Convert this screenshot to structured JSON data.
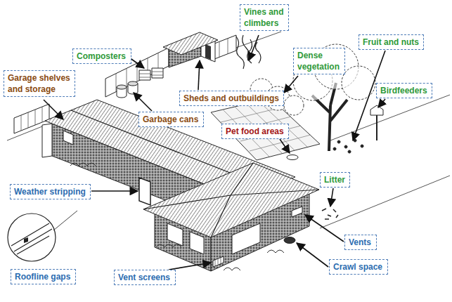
{
  "diagram": {
    "nodes": [
      {
        "text": [
          "Vines and climbers"
        ]
      },
      {
        "text": [
          "Composters"
        ]
      },
      {
        "text": [
          "Dense vegetation"
        ]
      },
      {
        "text": [
          "Fruit and nuts"
        ]
      },
      {
        "text": [
          "Garage shelves and storage"
        ]
      },
      {
        "text": [
          "Birdfeeders"
        ]
      },
      {
        "text": [
          "Sheds and outbuildings"
        ]
      },
      {
        "text": [
          "Garbage cans"
        ]
      },
      {
        "text": [
          "Pet food areas"
        ]
      },
      {
        "text": [
          "Weather stripping"
        ]
      },
      {
        "text": [
          "Litter"
        ]
      },
      {
        "text": [
          "Vents"
        ]
      },
      {
        "text": [
          "Crawl space"
        ]
      },
      {
        "text": [
          "Roofline gaps"
        ]
      },
      {
        "text": [
          "Vent screens"
        ]
      }
    ]
  }
}
